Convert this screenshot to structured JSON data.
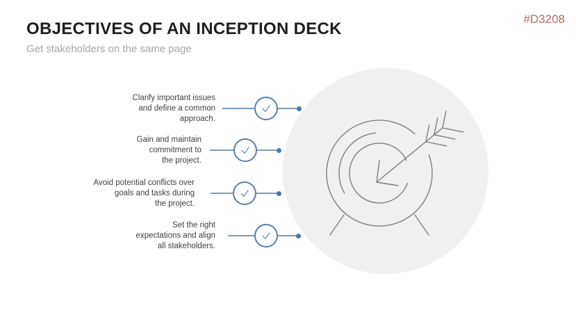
{
  "slide": {
    "title": "OBJECTIVES OF AN INCEPTION DECK",
    "subtitle": "Get stakeholders on the same page",
    "product_code": "#D3208"
  },
  "objectives": [
    {
      "lines": [
        "Clarify important issues",
        "and define a common",
        "approach."
      ]
    },
    {
      "lines": [
        "Gain and maintain",
        "commitment to",
        "the project."
      ]
    },
    {
      "lines": [
        "Avoid potential conflicts over",
        "goals and tasks during",
        "the project."
      ]
    },
    {
      "lines": [
        "Set the right",
        "expectations and align",
        "all stakeholders."
      ]
    }
  ],
  "icons": {
    "check": "check-icon",
    "target": "target-with-arrow-icon"
  },
  "colors": {
    "accent_blue": "#5b7fa8",
    "connector_line": "#7e99bc",
    "connector_dot": "#4878a8",
    "product_code_red": "#ba6863",
    "background_circle_gray": "#f0f0f0",
    "line_art_gray": "#7f7f7f",
    "title_text": "#1f1f1f",
    "subtitle_text": "#a6a6a6",
    "body_text": "#3f3f3f"
  }
}
